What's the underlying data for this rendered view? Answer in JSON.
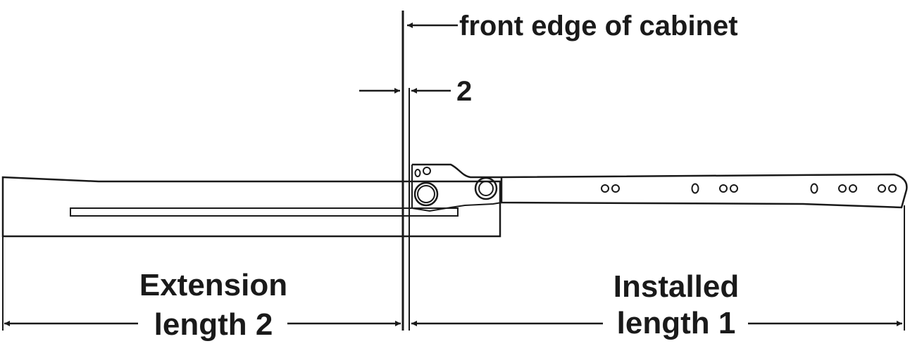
{
  "diagram": {
    "labels": {
      "front_edge": "front edge of cabinet",
      "gap": "2",
      "extension_line1": "Extension",
      "extension_line2": "length 2",
      "installed_line1": "Installed",
      "installed_line2": "length 1"
    },
    "colors": {
      "ink": "#1a1a1a",
      "background": "#ffffff"
    }
  }
}
